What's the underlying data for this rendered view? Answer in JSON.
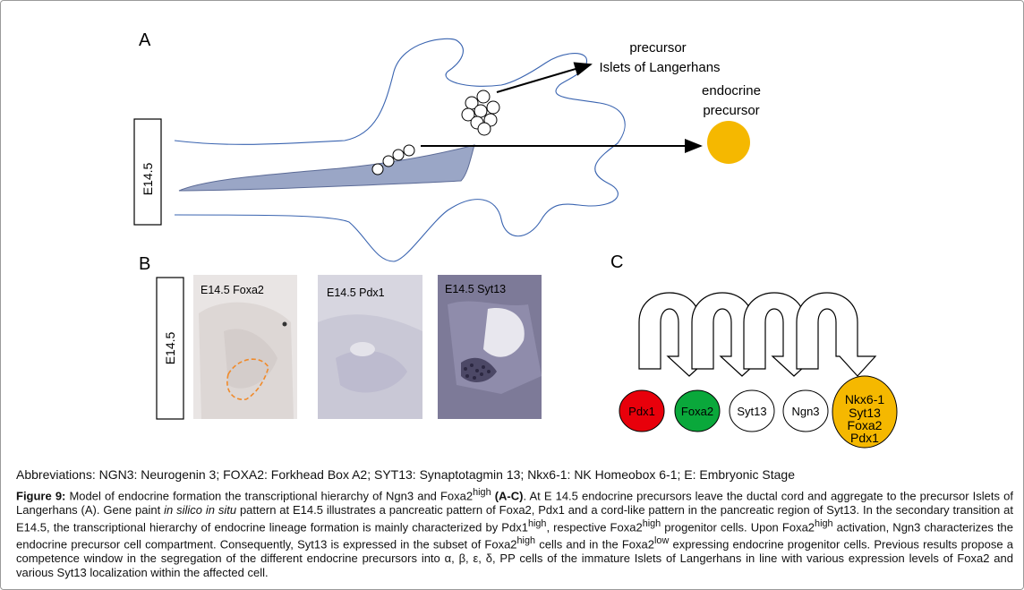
{
  "panels": {
    "a": {
      "letter": "A",
      "stage_box": "E14.5",
      "label_islets_line1": "precursor",
      "label_islets_line2": "Islets of Langerhans",
      "label_endocrine_line1": "endocrine",
      "label_endocrine_line2": "precursor",
      "endocrine_color": "#f5b800"
    },
    "b": {
      "letter": "B",
      "stage_box": "E14.5",
      "images": [
        {
          "label": "E14.5 Foxa2"
        },
        {
          "label": "E14.5 Pdx1"
        },
        {
          "label": "E14.5 Syt13"
        }
      ]
    },
    "c": {
      "letter": "C",
      "nodes": [
        {
          "label": "Pdx1",
          "color": "#e8000b"
        },
        {
          "label": "Foxa2",
          "color": "#0aa83b"
        },
        {
          "label": "Syt13",
          "color": "#ffffff"
        },
        {
          "label": "Ngn3",
          "color": "#ffffff"
        }
      ],
      "final_node": {
        "lines": [
          "Nkx6-1",
          "Syt13",
          "Foxa2",
          "Pdx1"
        ],
        "color": "#f5b800"
      }
    }
  },
  "abbreviations": "Abbreviations: NGN3: Neurogenin 3; FOXA2: Forkhead Box A2; SYT13: Synaptotagmin 13; Nkx6-1: NK Homeobox 6-1; E: Embryonic Stage",
  "caption": {
    "fig_label": "Figure 9:",
    "t1": " Model of endocrine formation the transcriptional hierarchy of Ngn3 and Foxa2",
    "sup_high_1": "high",
    "panels_ref": " (A-C)",
    "t2": ". At E 14.5 endocrine precursors leave the ductal cord and aggregate to the precursor Islets of Langerhans (A). Gene paint ",
    "italic": "in silico in situ",
    "t3": " pattern at E14.5 illustrates a pancreatic pattern of Foxa2, Pdx1 and a cord-like pattern in the pancreatic region of Syt13. In the secondary transition at E14.5, the transcriptional hierarchy of endocrine lineage formation is mainly characterized by Pdx1",
    "sup_high_2": "high",
    "t4": ", respective Foxa2",
    "sup_high_3": "high",
    "t5": " progenitor cells. Upon Foxa2",
    "sup_high_4": "high",
    "t6": " activation, Ngn3 characterizes the endocrine precursor cell compartment. Consequently, Syt13 is expressed in the subset of Foxa2",
    "sup_high_5": "high",
    "t7": " cells and in the Foxa2",
    "sup_low": "low",
    "t8": " expressing endocrine progenitor cells. Previous results propose a competence window in the segregation of the different endocrine precursors into α, β, ε, δ, PP cells of the immature Islets of Langerhans in line with various expression levels of Foxa2 and various Syt13 localization within the affected cell."
  }
}
